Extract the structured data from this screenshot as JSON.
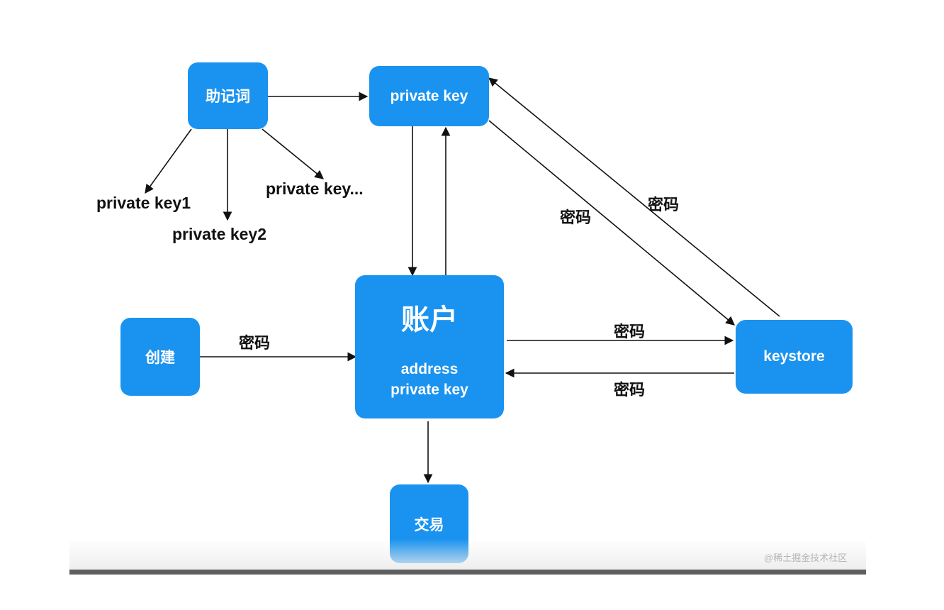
{
  "nodes": {
    "mnemonic": "助记词",
    "private_key": "private key",
    "account_title": "账户",
    "account_address": "address",
    "account_private_key": "private key",
    "create": "创建",
    "keystore": "keystore",
    "transaction": "交易"
  },
  "derived_keys": [
    "private key1",
    "private key2",
    "private key..."
  ],
  "edge_labels": {
    "create_to_account": "密码",
    "private_key_to_keystore": "密码",
    "keystore_to_private_key": "密码",
    "account_to_keystore": "密码",
    "keystore_to_account": "密码"
  },
  "watermark": "@稀土掘金技术社区",
  "colors": {
    "node_fill": "#1a93f0",
    "node_text": "#ffffff",
    "edge": "#111111"
  }
}
